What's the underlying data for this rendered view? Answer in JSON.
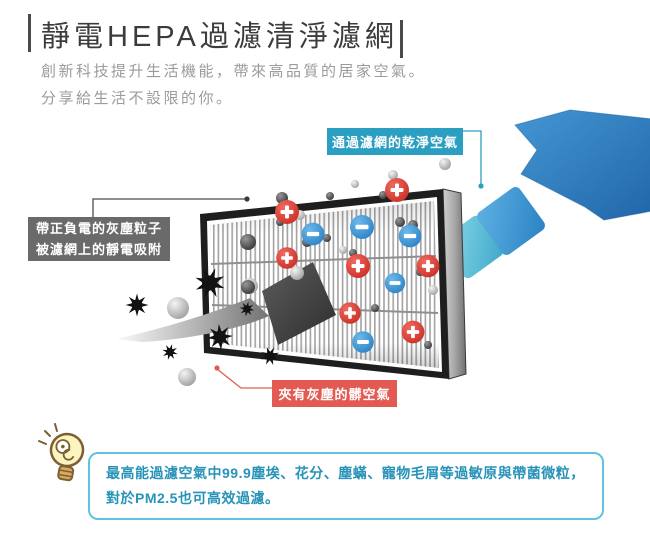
{
  "header": {
    "title": "靜電HEPA過濾清淨濾網",
    "subtitle_line1": "創新科技提升生活機能，帶來高品質的居家空氣。",
    "subtitle_line2": "分享給生活不設限的你。"
  },
  "diagram": {
    "labels": {
      "clean_air": "通過濾網的乾淨空氣",
      "charged_dust_line1": "帶正負電的灰塵粒子",
      "charged_dust_line2": "被濾網上的靜電吸附",
      "dirty_air": "夾有灰塵的髒空氣"
    },
    "icons": {
      "filter": "hepa-filter-3d",
      "clean_air_arrow": "blue-segmented-arrow-up-right",
      "dirty_air_arrow": "gray-swoosh-arrow",
      "positive_particle": "red-plus-badge",
      "negative_particle": "blue-minus-badge",
      "dust_particle": "gray-sphere",
      "allergen_particle": "black-spiky-star",
      "tip_icon": "lightbulb"
    },
    "colors": {
      "clean_air_label_bg": "#2b9fc1",
      "charged_dust_label_bg": "#6a6a6a",
      "dirty_air_label_bg": "#e25a52",
      "arrow_blue": "#2b7cbf",
      "arrow_mid_blue": "#4aa2d8",
      "arrow_cyan": "#5ec1d8",
      "positive_red": "#d93a30",
      "negative_blue": "#2f8fd2"
    }
  },
  "tip": {
    "line1": "最高能過濾空氣中99.9塵埃、花分、塵蟎、寵物毛屑等過敏原與帶菌微粒，",
    "line2": "對於PM2.5也可高效過濾。",
    "border_color": "#5fc3dd",
    "text_color": "#2893b8"
  }
}
